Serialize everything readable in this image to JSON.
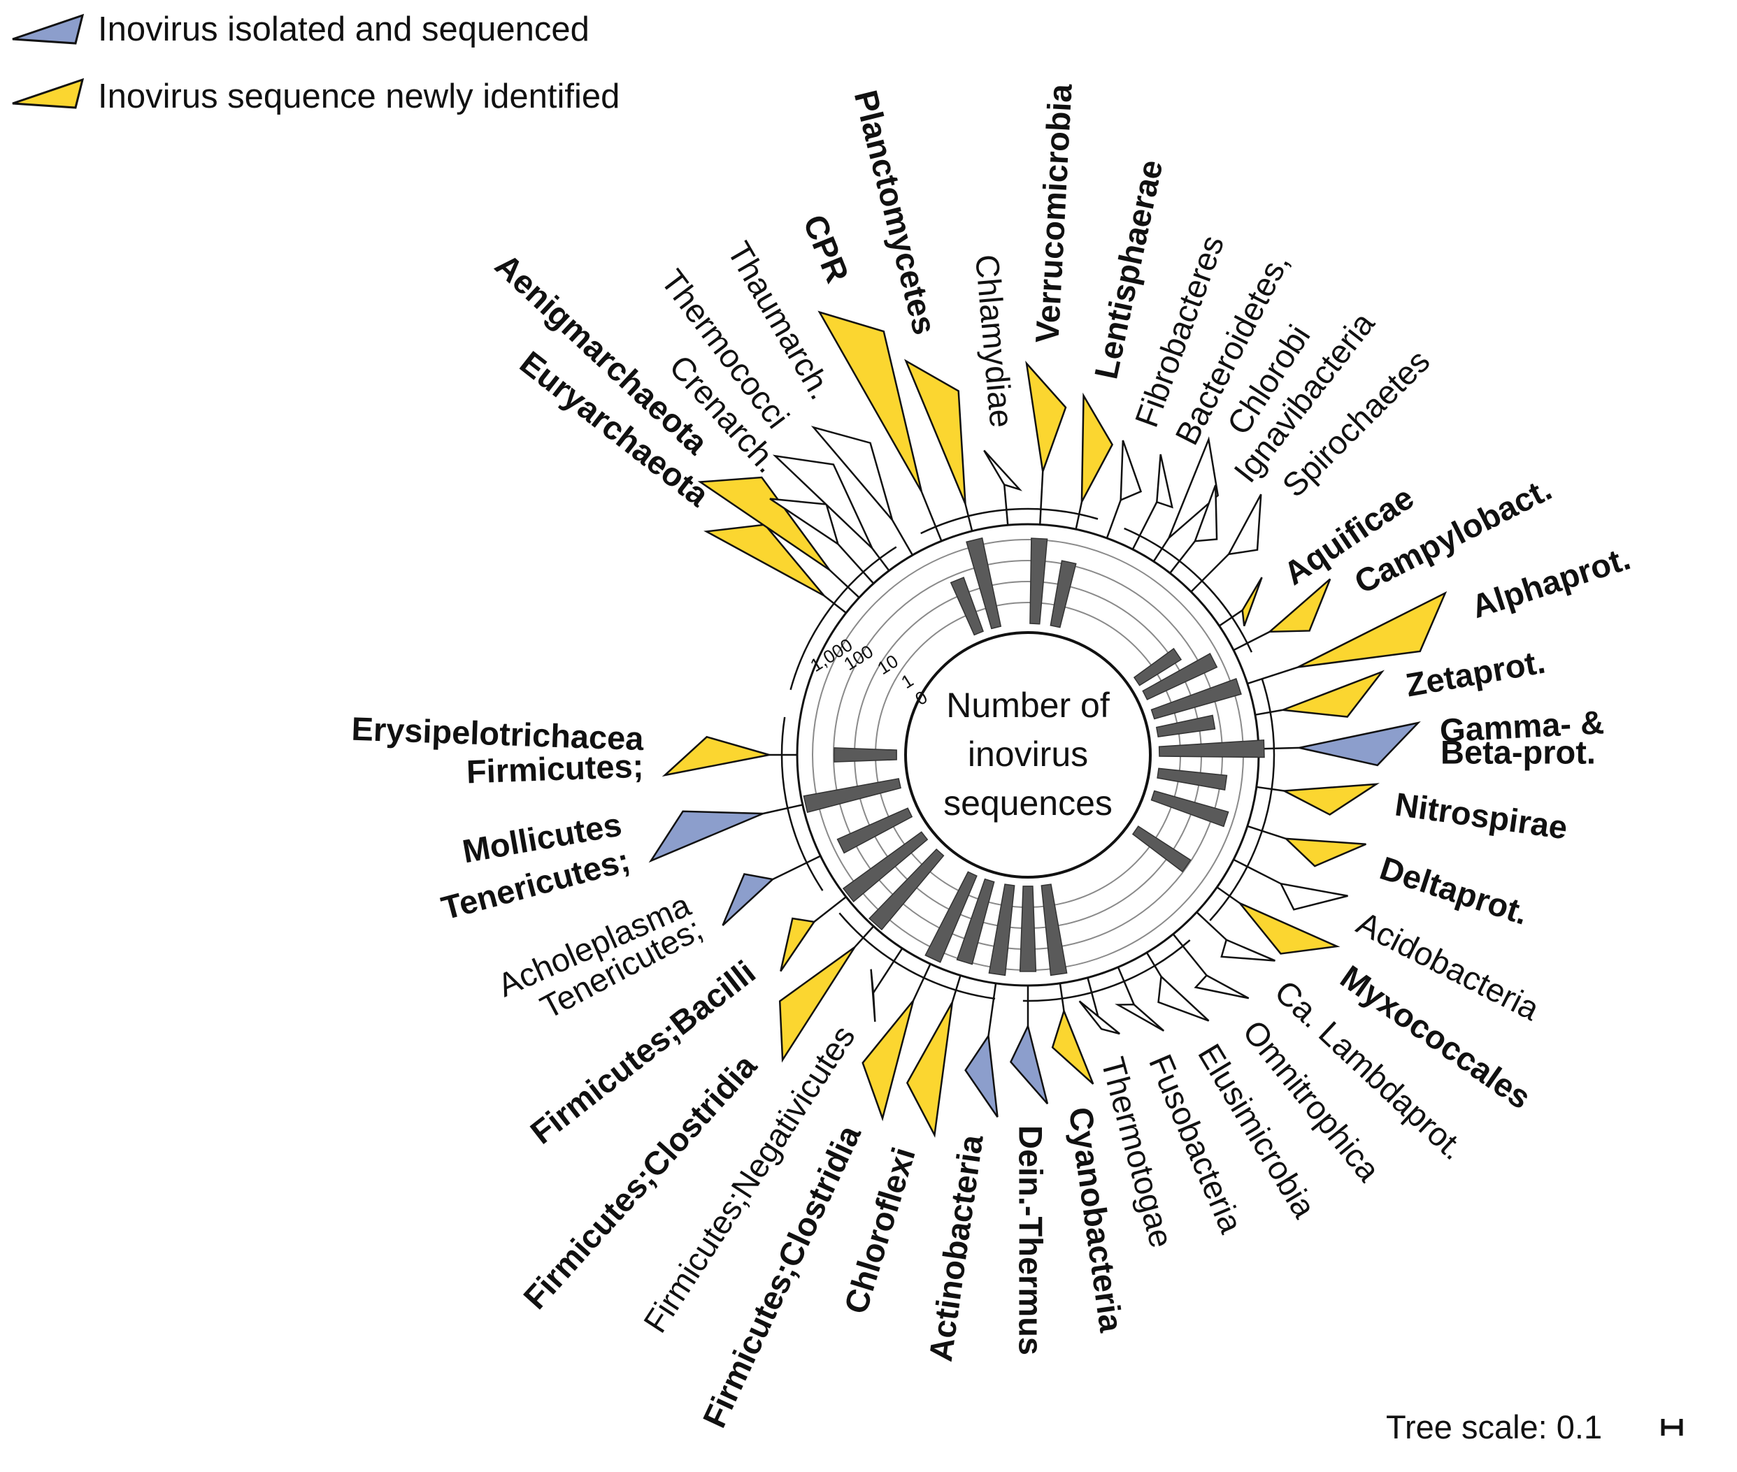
{
  "legend": {
    "items": [
      {
        "label": "Inovirus isolated and sequenced",
        "color": "#8c9ecc"
      },
      {
        "label": "Inovirus sequence newly identified",
        "color": "#fbd630"
      }
    ]
  },
  "center_label": [
    "Number of",
    "inovirus",
    "sequences"
  ],
  "ring_ticks": [
    "1,000",
    "100",
    "10",
    "1",
    "0"
  ],
  "tree_scale": {
    "label": "Tree scale: 0.1"
  },
  "colors": {
    "isolated": "#8c9ecc",
    "new": "#fbd630",
    "none": "#ffffff",
    "bar": "#5a5a5a",
    "highlight_text": "#e8343a"
  },
  "clades": [
    {
      "label": "Euryarchaeota",
      "style": "red",
      "fill": "new",
      "bar": 0
    },
    {
      "label": "Aenigmarchaeota",
      "style": "red",
      "fill": "new",
      "bar": 0
    },
    {
      "label": "Crenarch.",
      "style": "normal",
      "fill": "none",
      "bar": 0
    },
    {
      "label": "Thermococci",
      "style": "normal",
      "fill": "none",
      "bar": 0
    },
    {
      "label": "Thaumarch.",
      "style": "normal",
      "fill": "none",
      "bar": 0
    },
    {
      "label": "CPR",
      "style": "bold",
      "fill": "new",
      "bar": 20
    },
    {
      "label": "Planctomycetes",
      "style": "bold",
      "fill": "new",
      "bar": 300
    },
    {
      "label": "Chlamydiae",
      "style": "normal",
      "fill": "none",
      "bar": 0
    },
    {
      "label": "Verrucomicrobia",
      "style": "bold",
      "fill": "new",
      "bar": 200
    },
    {
      "label": "Lentisphaerae",
      "style": "bold",
      "fill": "new",
      "bar": 40
    },
    {
      "label": "Fibrobacteres",
      "style": "normal",
      "fill": "none",
      "bar": 0
    },
    {
      "label": "Bacteroidetes,",
      "style": "normal",
      "fill": "none",
      "bar": 0
    },
    {
      "label": "Chlorobi",
      "style": "normal",
      "fill": "none",
      "bar": 0
    },
    {
      "label": "Ignavibacteria",
      "style": "normal",
      "fill": "none",
      "bar": 0
    },
    {
      "label": "Spirochaetes",
      "style": "normal",
      "fill": "none",
      "bar": 0
    },
    {
      "label": "Aquificae",
      "style": "bold",
      "fill": "new",
      "bar": 10
    },
    {
      "label": "Campylobact.",
      "style": "bold",
      "fill": "new",
      "bar": 100
    },
    {
      "label": "Alphaprot.",
      "style": "bold",
      "fill": "new",
      "bar": 300
    },
    {
      "label": "Zetaprot.",
      "style": "bold",
      "fill": "new",
      "bar": 20
    },
    {
      "label": "Gamma- &",
      "style": "bold",
      "fill": "isolated",
      "bar": 1000
    },
    {
      "label": "Beta-prot.",
      "style": "bold",
      "fill": "isolated",
      "bar": 1000
    },
    {
      "label": "Nitrospirae",
      "style": "bold",
      "fill": "new",
      "bar": 50
    },
    {
      "label": "Deltaprot.",
      "style": "bold",
      "fill": "new",
      "bar": 100
    },
    {
      "label": "Acidobacteria",
      "style": "normal",
      "fill": "none",
      "bar": 0
    },
    {
      "label": "Myxococcales",
      "style": "bold",
      "fill": "new",
      "bar": 30
    },
    {
      "label": "Ca. Lambdaprot.",
      "style": "normal",
      "fill": "none",
      "bar": 0
    },
    {
      "label": "Omnitrophica",
      "style": "normal",
      "fill": "none",
      "bar": 0
    },
    {
      "label": "Elusimicrobia",
      "style": "normal",
      "fill": "none",
      "bar": 0
    },
    {
      "label": "Fusobacteria",
      "style": "normal",
      "fill": "none",
      "bar": 0
    },
    {
      "label": "Thermotogae",
      "style": "normal",
      "fill": "none",
      "bar": 0
    },
    {
      "label": "Cyanobacteria",
      "style": "bold",
      "fill": "new",
      "bar": 300
    },
    {
      "label": "Dein.-Thermus",
      "style": "bold",
      "fill": "isolated",
      "bar": 200
    },
    {
      "label": "Actinobacteria",
      "style": "bold",
      "fill": "isolated",
      "bar": 300
    },
    {
      "label": "Chloroflexi",
      "style": "bold",
      "fill": "new",
      "bar": 200
    },
    {
      "label": "Firmicutes;Clostridia",
      "style": "bold",
      "fill": "new",
      "bar": 400
    },
    {
      "label": "Firmicutes;Negativicutes",
      "style": "normal",
      "fill": "none",
      "bar": 0
    },
    {
      "label": "Firmicutes;Clostridia",
      "style": "bold",
      "fill": "new",
      "bar": 500
    },
    {
      "label": "Firmicutes;Bacilli",
      "style": "bold",
      "fill": "new",
      "bar": 500
    },
    {
      "label": "Tenericutes;",
      "style": "normal",
      "fill": "isolated",
      "bar": 100
    },
    {
      "label": "Acholeplasma",
      "style": "normal",
      "fill": "isolated",
      "bar": 100
    },
    {
      "label": "Tenericutes;",
      "style": "bold",
      "fill": "isolated",
      "bar": 500
    },
    {
      "label": "Mollicutes",
      "style": "bold",
      "fill": "isolated",
      "bar": 500
    },
    {
      "label": "Firmicutes;",
      "style": "bold",
      "fill": "new",
      "bar": 30
    },
    {
      "label": "Erysipelotrichacea",
      "style": "bold",
      "fill": "new",
      "bar": 30
    }
  ]
}
